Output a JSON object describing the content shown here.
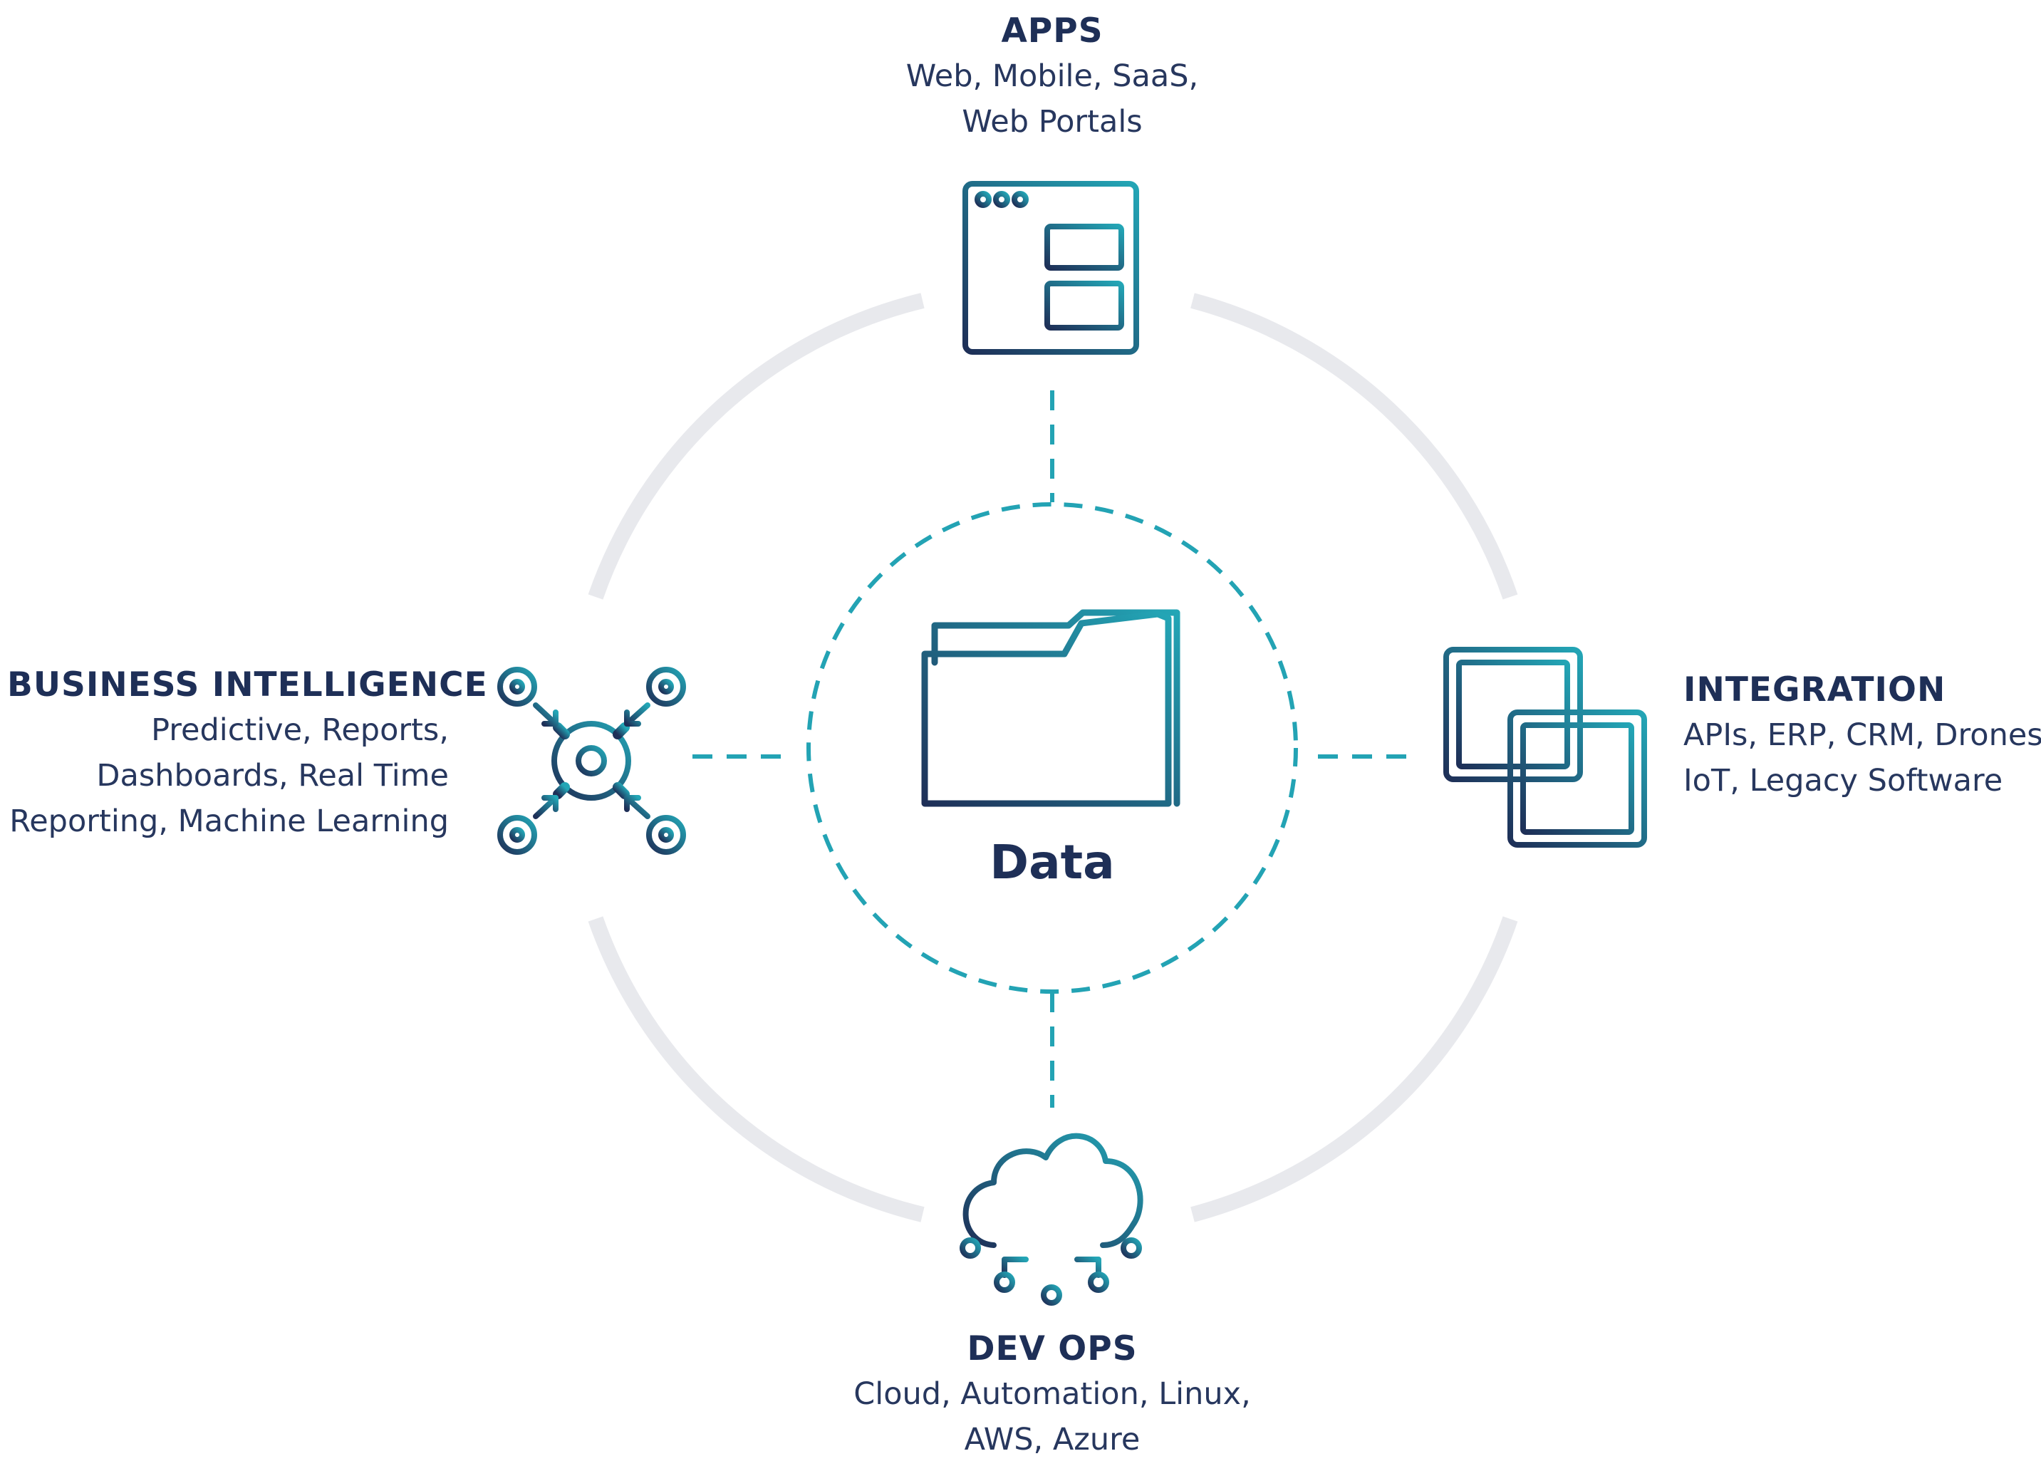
{
  "center": {
    "label": "Data",
    "icon": "folder-icon"
  },
  "nodes": {
    "apps": {
      "title": "APPS",
      "desc": [
        "Web, Mobile, SaaS,",
        "Web Portals"
      ],
      "icon": "browser-window-icon"
    },
    "integration": {
      "title": "INTEGRATION",
      "desc": [
        "APIs, ERP, CRM, Drones,",
        "IoT, Legacy Software"
      ],
      "icon": "overlapping-squares-icon"
    },
    "devops": {
      "title": "DEV OPS",
      "desc": [
        "Cloud, Automation, Linux,",
        "AWS, Azure"
      ],
      "icon": "cloud-network-icon"
    },
    "bi": {
      "title": "BUSINESS INTELLIGENCE",
      "desc": [
        "Predictive, Reports,",
        "Dashboards, Real Time",
        "Reporting, Machine Learning"
      ],
      "icon": "gears-network-icon"
    }
  },
  "colors": {
    "navy": "#1e2f57",
    "teal": "#23a3b4",
    "ring": "#e6e7eb"
  }
}
